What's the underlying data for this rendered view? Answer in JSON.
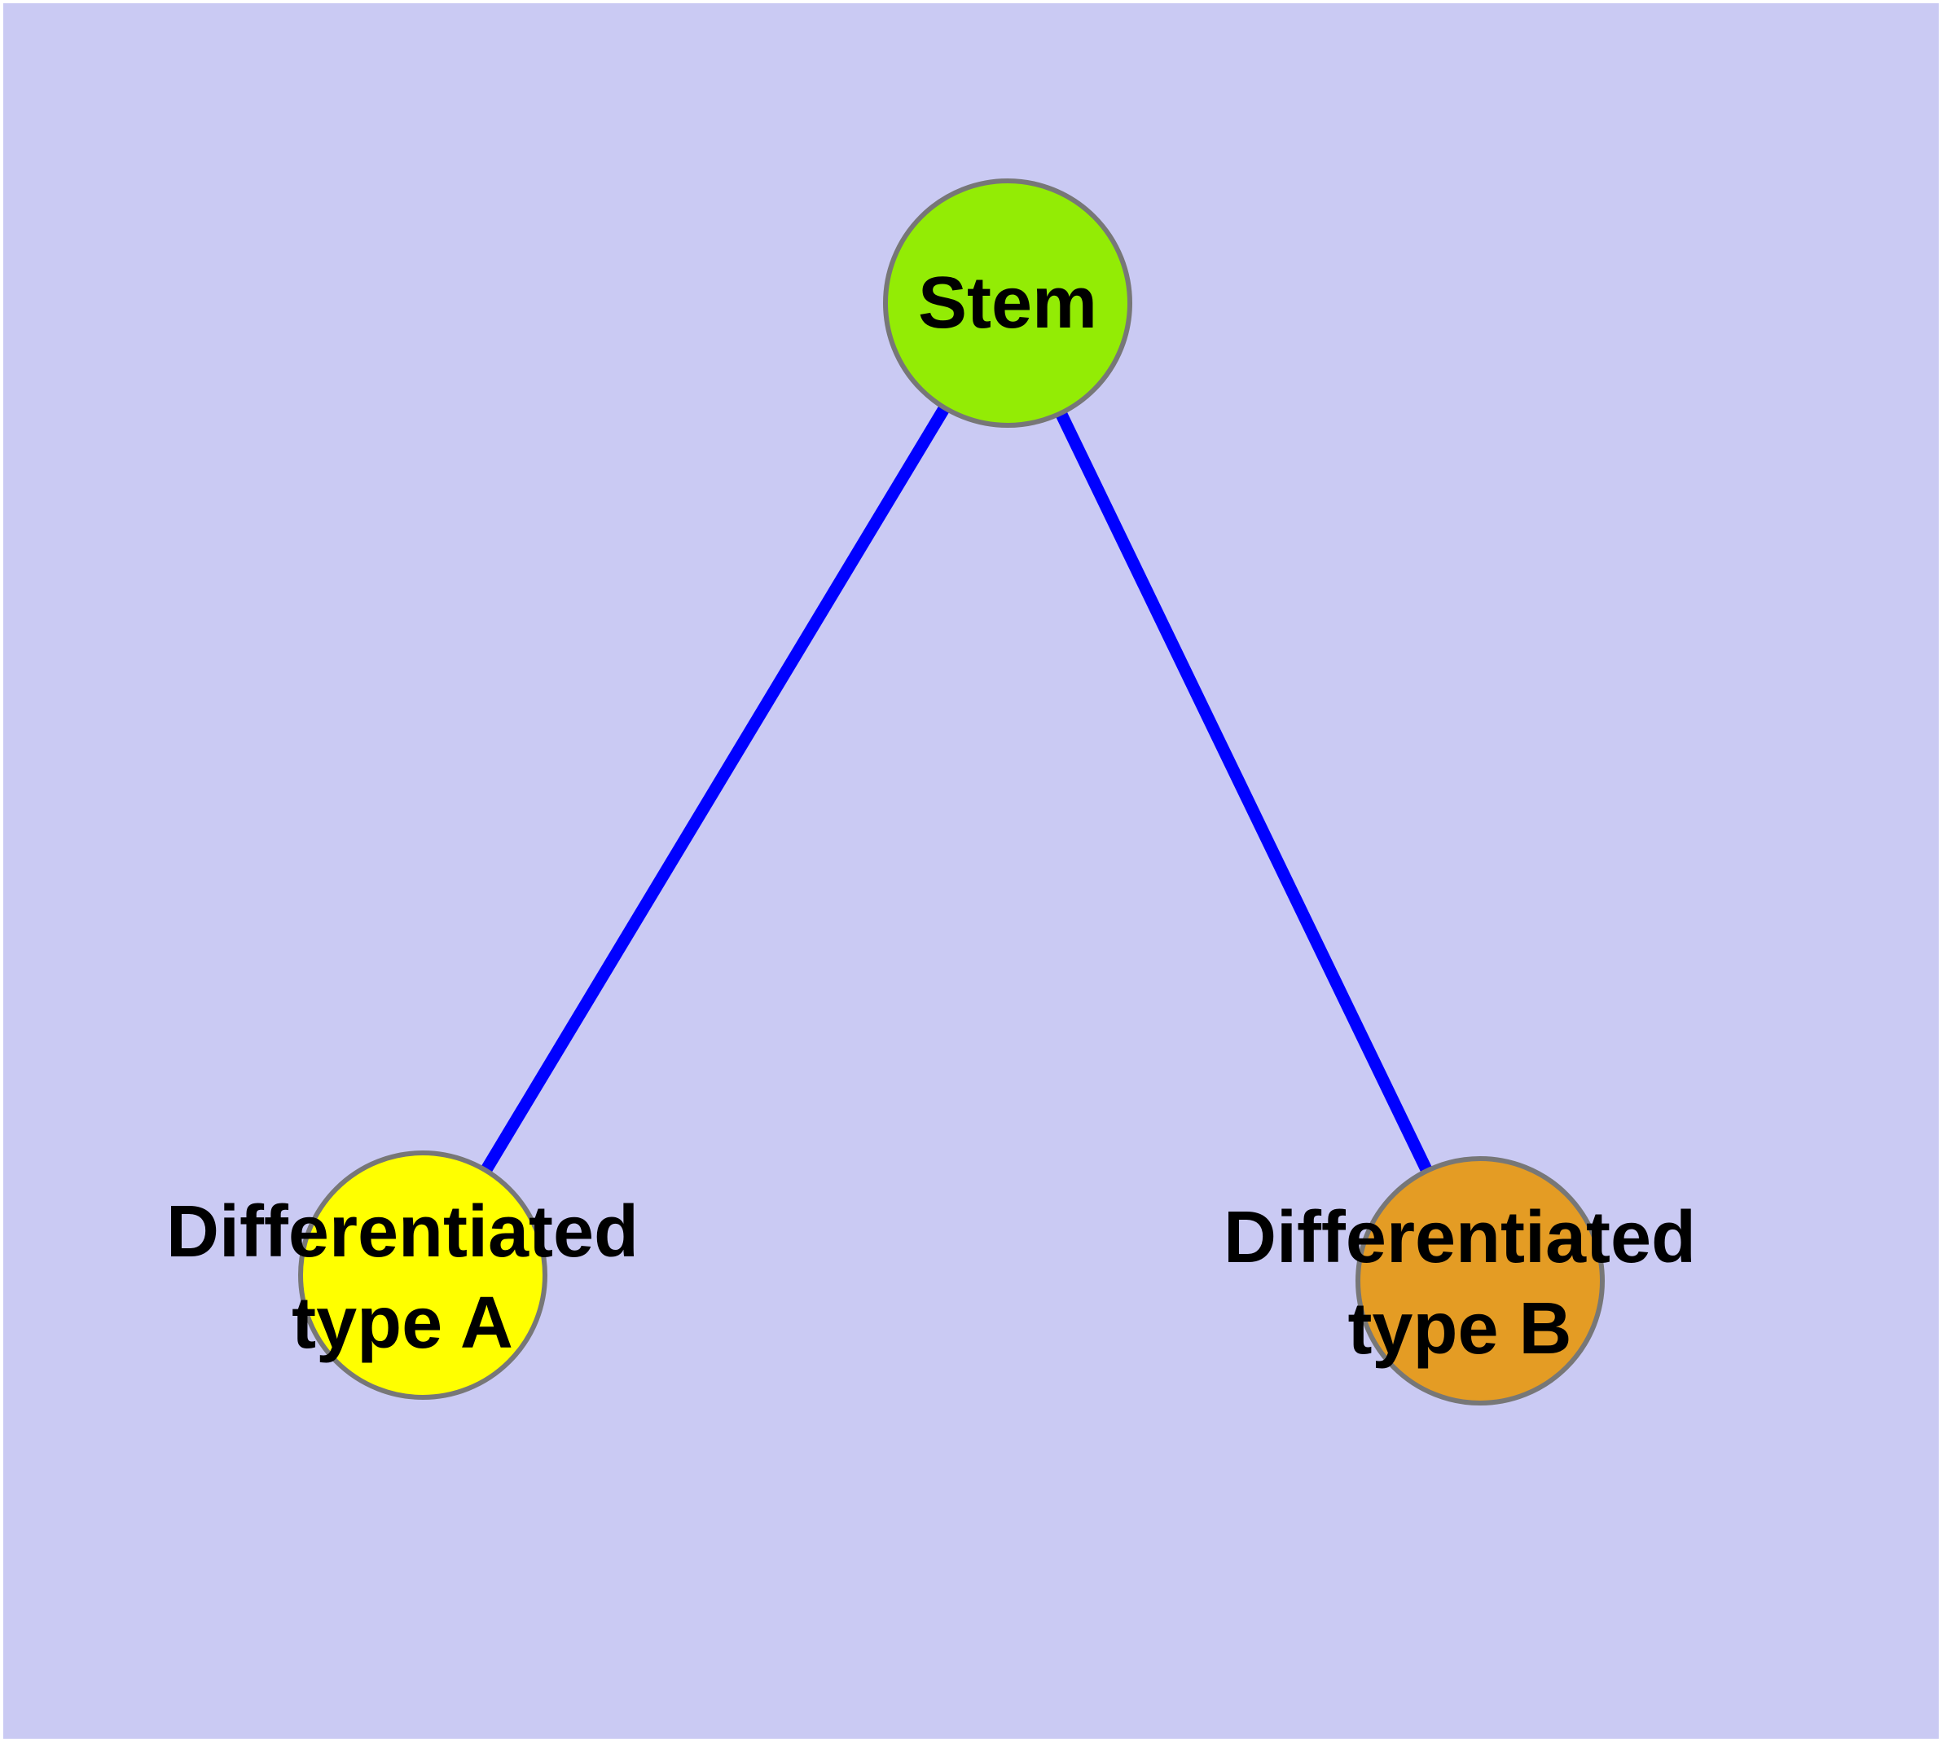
{
  "diagram": {
    "type": "node-link-graph",
    "canvas_color": "#CACAF3",
    "page_margin_color": "#FFFFFF",
    "edge_color": "#0000FF",
    "node_border_color": "#777777",
    "label_color": "#000000",
    "nodes": [
      {
        "id": "stem",
        "label": "Stem",
        "fill": "#93EC05"
      },
      {
        "id": "type-a",
        "label": "Differentiated\ntype A",
        "fill": "#FFFF00"
      },
      {
        "id": "type-b",
        "label": "Differentiated\ntype B",
        "fill": "#E49C24"
      }
    ],
    "edges": [
      {
        "from": "Stem",
        "to": "Differentiated type A"
      },
      {
        "from": "Stem",
        "to": "Differentiated type B"
      }
    ]
  }
}
